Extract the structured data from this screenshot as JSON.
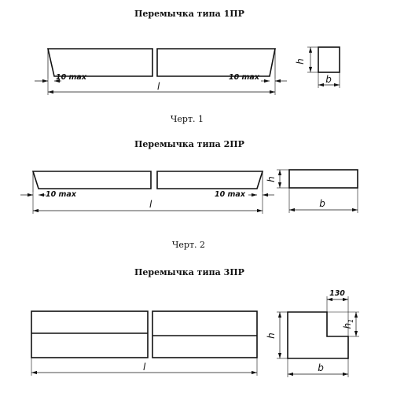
{
  "type1": {
    "title": "Перемычка типа 1ПР",
    "caption": "Черт. 1",
    "dims": {
      "left": "10 max",
      "right": "10 max",
      "length": "l",
      "height": "h",
      "width": "b"
    }
  },
  "type2": {
    "title": "Перемычка типа 2ПР",
    "caption": "Черт. 2",
    "dims": {
      "left": "10 max",
      "right": "10 max",
      "length": "l",
      "height": "h",
      "width": "b"
    }
  },
  "type3": {
    "title": "Перемычка типа 3ПР",
    "dims": {
      "length": "l",
      "height": "h",
      "width": "b",
      "notch_width": "130",
      "notch_height": "h",
      "notch_height_sub": "1"
    }
  }
}
